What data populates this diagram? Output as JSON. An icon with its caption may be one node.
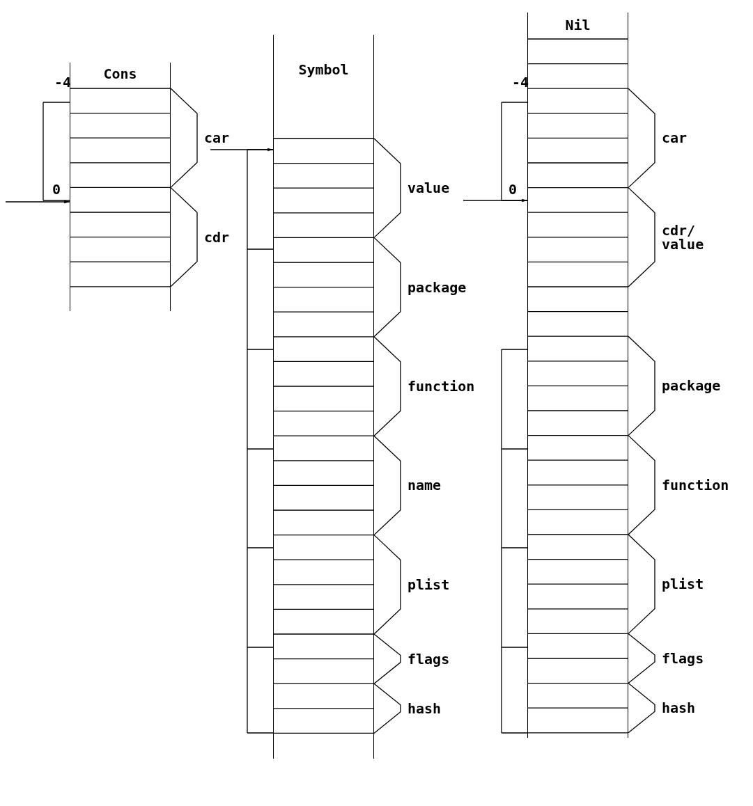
{
  "diagram": {
    "nodes": [
      {
        "text": [
          "Cons"
        ]
      },
      {
        "text": [
          "Symbol"
        ]
      },
      {
        "text": [
          "Nil"
        ]
      }
    ],
    "edges": [
      {
        "from": null,
        "to": 0,
        "arrow": "to"
      },
      {
        "from": null,
        "to": 1,
        "arrow": "to"
      },
      {
        "from": null,
        "to": 2,
        "arrow": "to"
      }
    ],
    "labels": [
      "-4",
      "car",
      "0",
      "cdr",
      "value",
      "package",
      "function",
      "name",
      "plist",
      "flags",
      "hash",
      "-4",
      "car",
      "0",
      "cdr/ value",
      "package",
      "function",
      "plist",
      "flags",
      "hash"
    ]
  }
}
